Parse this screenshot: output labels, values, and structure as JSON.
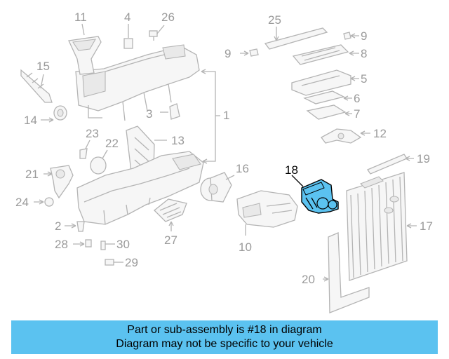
{
  "diagram": {
    "callouts": {
      "c1": "1",
      "c2": "2",
      "c3": "3",
      "c4": "4",
      "c5": "5",
      "c6": "6",
      "c7": "7",
      "c8": "8",
      "c9": "9",
      "c10": "10",
      "c11": "11",
      "c12": "12",
      "c13": "13",
      "c14": "14",
      "c15": "15",
      "c16": "16",
      "c17": "17",
      "c18": "18",
      "c19": "19",
      "c20": "20",
      "c21": "21",
      "c22": "22",
      "c23": "23",
      "c24": "24",
      "c25": "25",
      "c26": "26",
      "c27": "27",
      "c28": "28",
      "c29": "29",
      "c30": "30"
    },
    "highlighted_part": "18",
    "highlight_color": "#5bc2f0",
    "banner_color": "#5bc2f0"
  },
  "banner": {
    "line1": "Part or sub-assembly is #18 in diagram",
    "line2": "Diagram may not be specific to your vehicle"
  }
}
